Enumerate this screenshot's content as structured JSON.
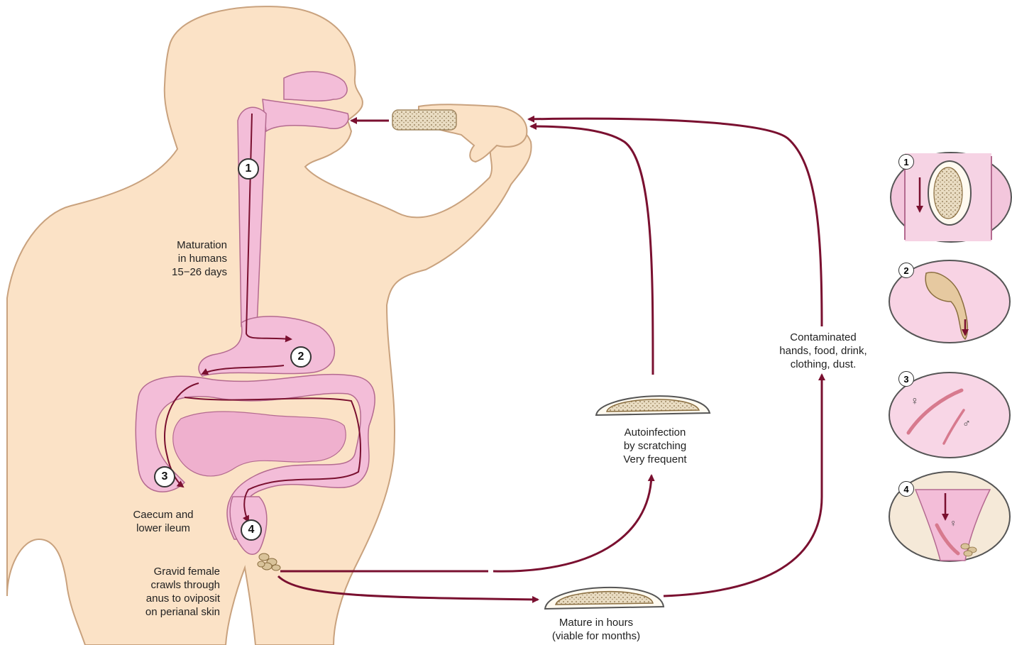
{
  "colors": {
    "skin": "#fbe2c6",
    "skin_outline": "#c9a27e",
    "gut": "#f3bdd8",
    "gut_outline": "#b46a90",
    "arrow": "#7a1030",
    "egg_fill": "#e9dcc2"
  },
  "stages": [
    {
      "number": "1"
    },
    {
      "number": "2"
    },
    {
      "number": "3"
    },
    {
      "number": "4"
    }
  ],
  "labels": {
    "maturation": "Maturation\nin humans\n15−26 days",
    "caecum": "Caecum and\nlower ileum",
    "gravid": "Gravid female\ncrawls through\nanus to oviposit\non perianal skin",
    "autoinfection": "Autoinfection\nby scratching\nVery frequent",
    "mature": "Mature in hours\n(viable for months)",
    "contaminated": "Contaminated\nhands, food, drink,\nclothing, dust."
  },
  "insets": [
    {
      "number": "1",
      "content": "egg-in-gut"
    },
    {
      "number": "2",
      "content": "larva-hatching"
    },
    {
      "number": "3",
      "content": "adult-worms",
      "female_symbol": "♀",
      "male_symbol": "♂"
    },
    {
      "number": "4",
      "content": "female-at-anus",
      "female_symbol": "♀"
    }
  ]
}
